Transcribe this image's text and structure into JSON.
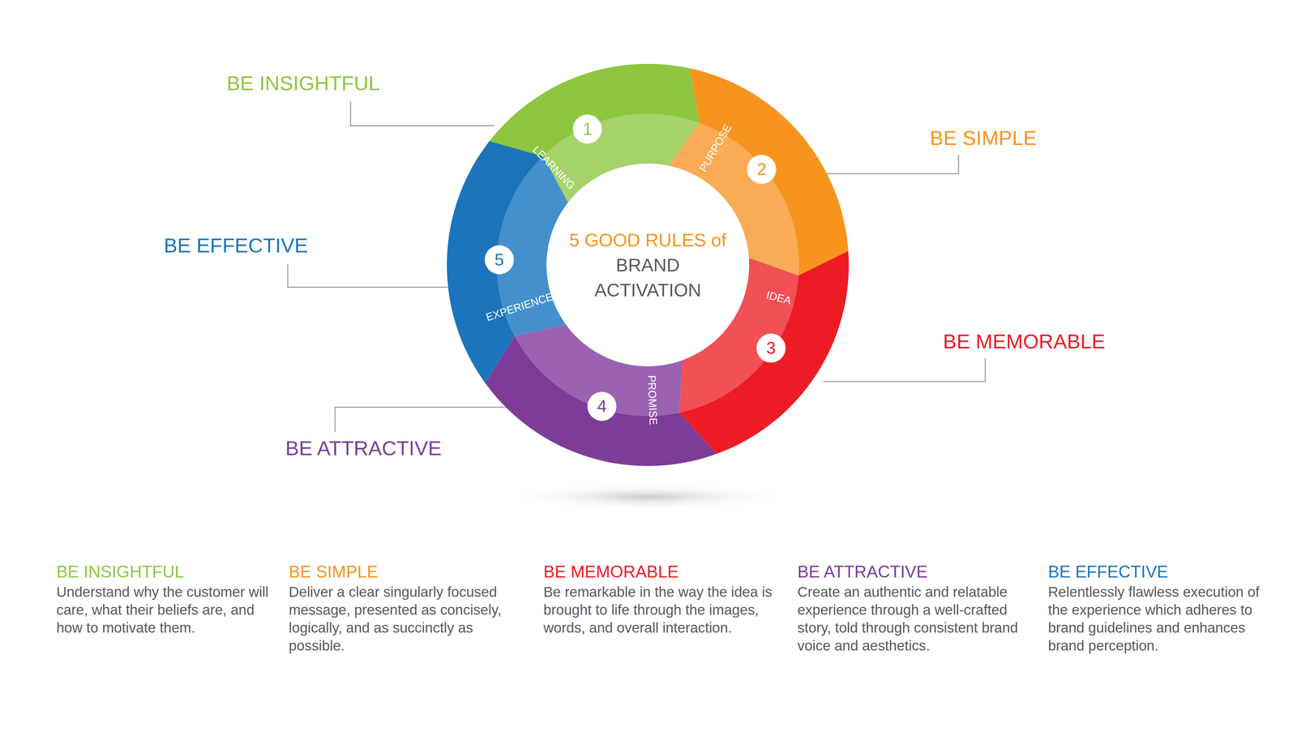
{
  "diagram": {
    "nodes": [
      {
        "text": [
          "5 GOOD RULES of",
          "BRAND ACTIVATION"
        ]
      },
      {
        "text": [
          "1",
          "LEARNING"
        ]
      },
      {
        "text": [
          "2",
          "PURPOSE"
        ]
      },
      {
        "text": [
          "3",
          "IDEA"
        ]
      },
      {
        "text": [
          "4",
          "PROMISE"
        ]
      },
      {
        "text": [
          "5",
          "EXPERIENCE"
        ]
      }
    ],
    "labels": [
      "BE INSIGHTFUL",
      "BE SIMPLE",
      "BE MEMORABLE",
      "BE ATTRACTIVE",
      "BE EFFECTIVE",
      "BE INSIGHTFUL",
      "Understand why the customer will care, what their beliefs are, and how to motivate them.",
      "BE SIMPLE",
      "Deliver a clear singularly focused message, presented as concisely, logically, and as succinctly as possible.",
      "BE MEMORABLE",
      "Be remarkable in the way the idea is brought to life through the images, words, and overall interaction.",
      "BE ATTRACTIVE",
      "Create an authentic and relatable experience through a well-crafted story, told through consistent brand voice and aesthetics.",
      "BE EFFECTIVE",
      "Relentlessly flawless execution of the experience which adheres to brand guidelines and enhances brand perception."
    ]
  }
}
